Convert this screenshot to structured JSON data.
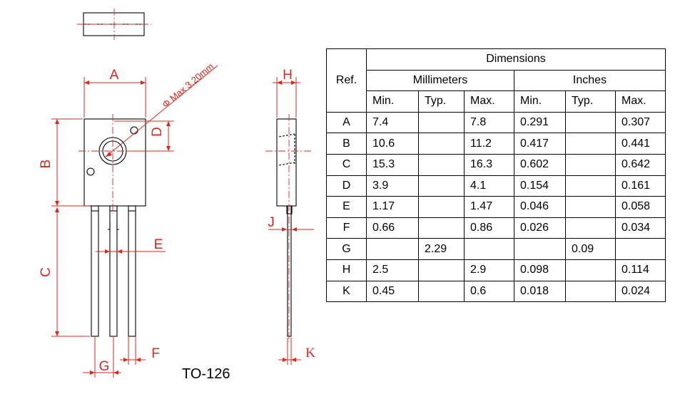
{
  "drawing": {
    "dim_labels": {
      "a": "A",
      "b": "B",
      "c": "C",
      "d": "D",
      "e": "E",
      "f": "F",
      "g": "G",
      "h": "H",
      "j": "J",
      "k": "K"
    },
    "hole_note": "Φ Max 3.20mm",
    "package_name": "TO-126",
    "colors": {
      "line": "#000000",
      "dimension": "#d8281f",
      "centerline": "#d8281f"
    }
  },
  "table": {
    "title": "Dimensions",
    "ref_header": "Ref.",
    "groups": [
      "Millimeters",
      "Inches"
    ],
    "subheaders": [
      "Min.",
      "Typ.",
      "Max.",
      "Min.",
      "Typ.",
      "Max."
    ],
    "rows": [
      {
        "ref": "A",
        "values": [
          "7.4",
          "",
          "7.8",
          "0.291",
          "",
          "0.307"
        ]
      },
      {
        "ref": "B",
        "values": [
          "10.6",
          "",
          "11.2",
          "0.417",
          "",
          "0.441"
        ]
      },
      {
        "ref": "C",
        "values": [
          "15.3",
          "",
          "16.3",
          "0.602",
          "",
          "0.642"
        ]
      },
      {
        "ref": "D",
        "values": [
          "3.9",
          "",
          "4.1",
          "0.154",
          "",
          "0.161"
        ]
      },
      {
        "ref": "E",
        "values": [
          "1.17",
          "",
          "1.47",
          "0.046",
          "",
          "0.058"
        ]
      },
      {
        "ref": "F",
        "values": [
          "0.66",
          "",
          "0.86",
          "0.026",
          "",
          "0.034"
        ]
      },
      {
        "ref": "G",
        "values": [
          "",
          "2.29",
          "",
          "",
          "0.09",
          ""
        ]
      },
      {
        "ref": "H",
        "values": [
          "2.5",
          "",
          "2.9",
          "0.098",
          "",
          "0.114"
        ]
      },
      {
        "ref": "K",
        "values": [
          "0.45",
          "",
          "0.6",
          "0.018",
          "",
          "0.024"
        ]
      }
    ]
  }
}
